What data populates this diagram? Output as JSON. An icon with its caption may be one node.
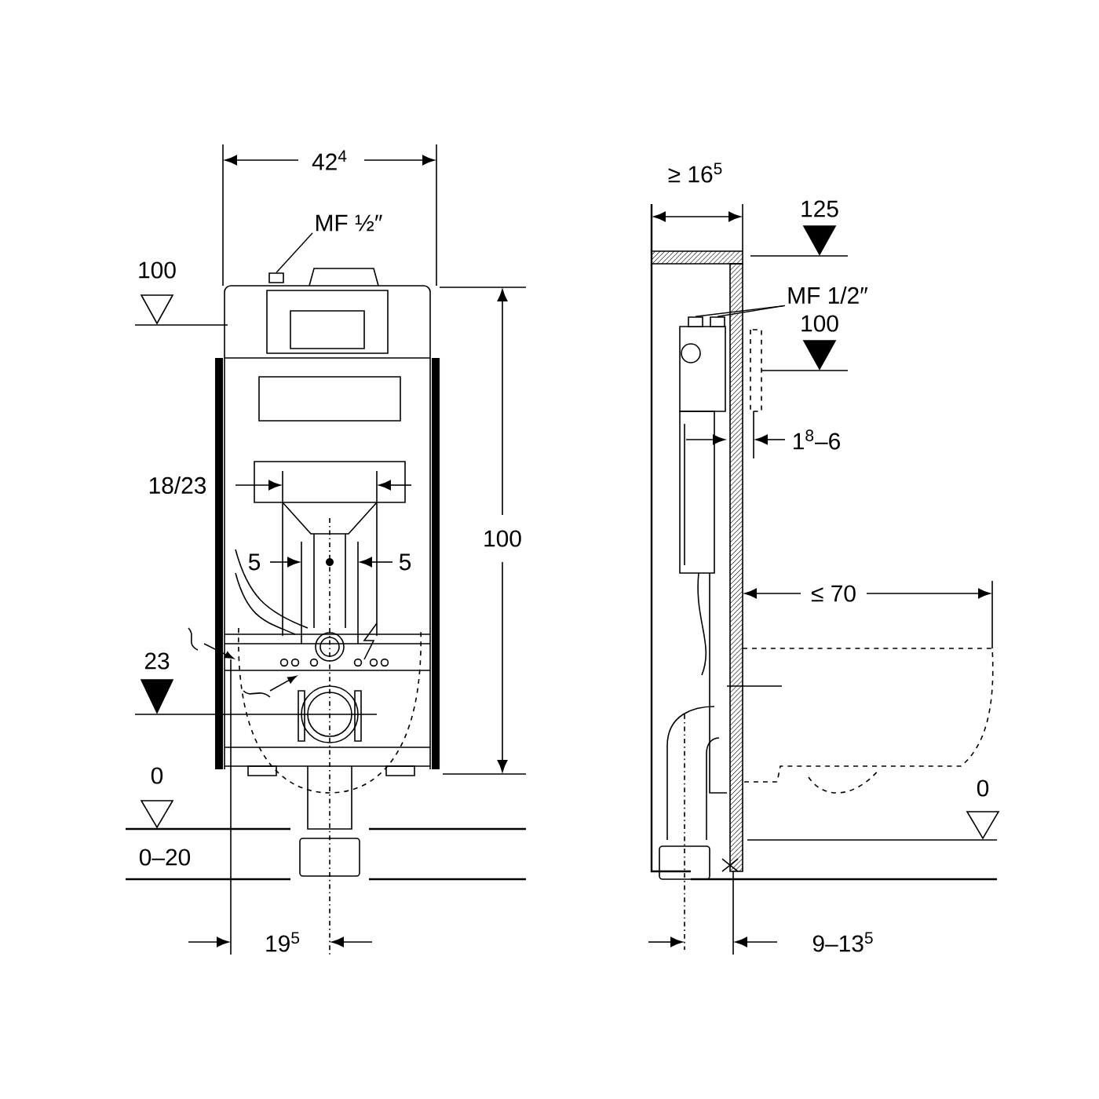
{
  "diagram": {
    "nodes": [
      {
        "text": [
          "MF ½″"
        ]
      },
      {
        "text": [],
        "shape": "box"
      },
      {
        "text": [
          "MF 1/2″"
        ]
      },
      {
        "text": [],
        "shape": "box"
      },
      {
        "text": [],
        "shape": "box"
      }
    ],
    "edges": [
      {
        "from": 0,
        "to": 1,
        "arrow": "none"
      },
      {
        "from": 2,
        "to": 3,
        "arrow": "none"
      },
      {
        "from": 2,
        "to": 4,
        "arrow": "none"
      }
    ],
    "labels": [
      "42$^{4}$",
      "100",
      "18/23",
      "5",
      "5",
      "100",
      "23",
      "0",
      "0–20",
      "19$^{5}$",
      "≥ 16$^{5}$",
      "125",
      "100",
      "1$^{8}$–6",
      "≤ 70",
      "0",
      "9–13$^{5}$"
    ]
  }
}
